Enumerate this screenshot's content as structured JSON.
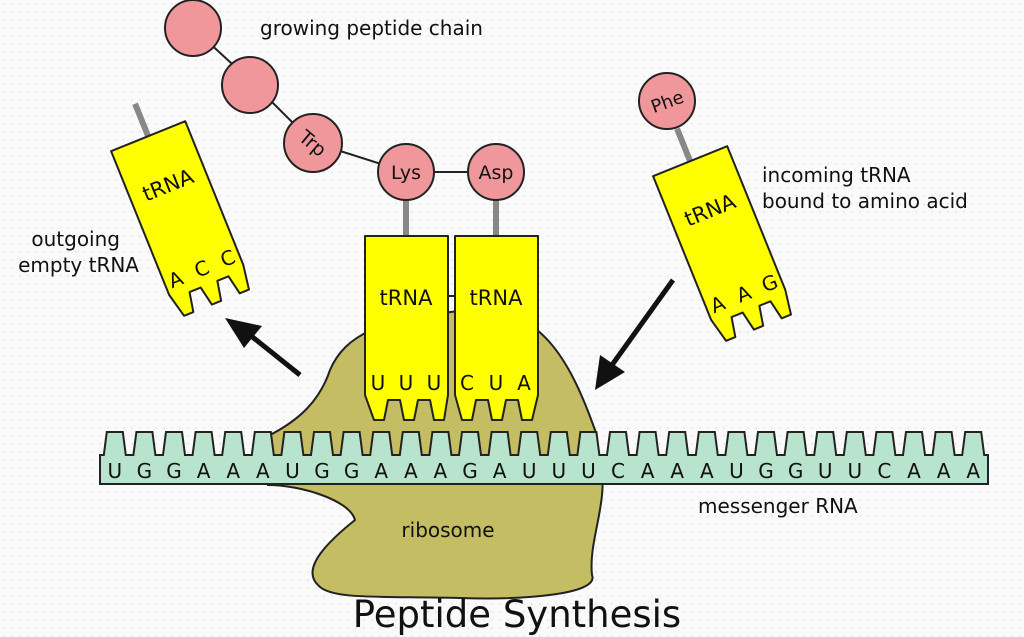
{
  "title": "Peptide Synthesis",
  "labels": {
    "growing_chain": "growing peptide chain",
    "incoming_1": "incoming tRNA",
    "incoming_2": "bound to amino acid",
    "outgoing_1": "outgoing",
    "outgoing_2": "empty tRNA",
    "messenger": "messenger RNA",
    "ribosome": "ribosome"
  },
  "amino_acids": {
    "chain_1": "",
    "chain_2": "",
    "trp": "Trp",
    "lys": "Lys",
    "asp": "Asp",
    "phe": "Phe"
  },
  "trna_label": "tRNA",
  "trna": {
    "outgoing": {
      "anticodon": [
        "A",
        "C",
        "C"
      ]
    },
    "p_site": {
      "anticodon": [
        "U",
        "U",
        "U"
      ]
    },
    "a_site": {
      "anticodon": [
        "C",
        "U",
        "A"
      ]
    },
    "incoming": {
      "anticodon": [
        "A",
        "A",
        "G"
      ]
    }
  },
  "mrna_sequence": [
    "U",
    "G",
    "G",
    "A",
    "A",
    "A",
    "U",
    "G",
    "G",
    "A",
    "A",
    "A",
    "G",
    "A",
    "U",
    "U",
    "U",
    "C",
    "A",
    "A",
    "A",
    "U",
    "G",
    "G",
    "U",
    "U",
    "C",
    "A",
    "A",
    "A"
  ],
  "colors": {
    "amino_acid": "#f0979c",
    "trna": "#ffff00",
    "ribosome": "#c4bd63",
    "mrna": "#b8e3cc"
  }
}
